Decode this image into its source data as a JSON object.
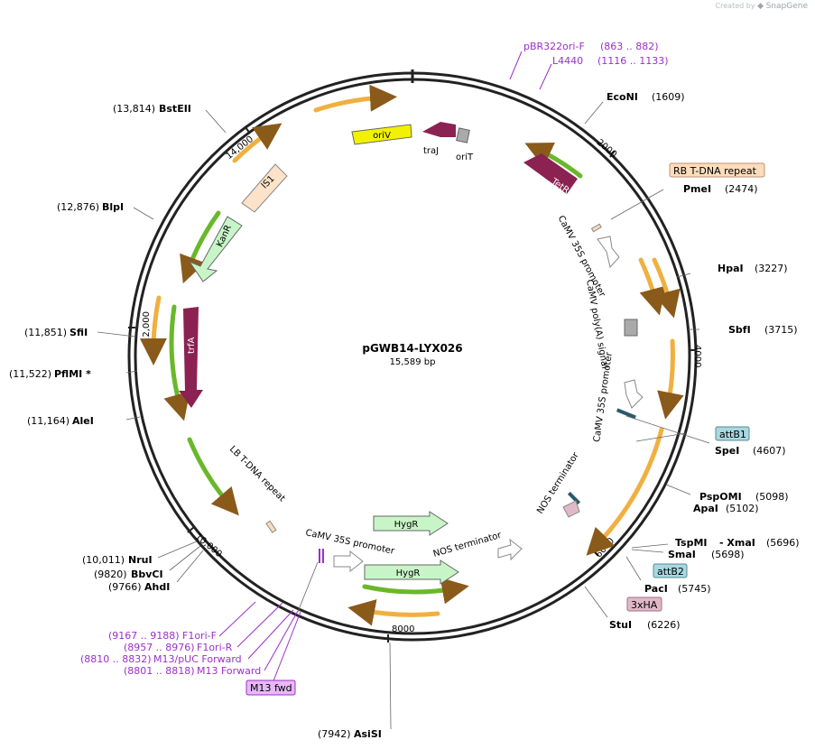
{
  "branding": {
    "created_by": "Created by",
    "app": "SnapGene"
  },
  "plasmid": {
    "name": "pGWB14-LYX026",
    "size": "15,589 bp"
  },
  "colors": {
    "backbone": "#222222",
    "enzyme_line": "#666666",
    "primer": "#9b30c8",
    "orange_feature": "#f0b040",
    "green_feature": "#6ab82a",
    "ori_yellow": "#f2f200",
    "resistance_purple": "#8b2252",
    "promoter_outline": "#888888",
    "hyg_fill": "#c8f5c8",
    "is1_fill": "#fce2c8",
    "attb_fill": "#a8d8e0",
    "ha_fill": "#e0b8c8",
    "tdna_fill": "#fddcbc"
  },
  "ticks": [
    "2000",
    "4000",
    "6000",
    "8000",
    "10,000",
    "12,000",
    "14,000"
  ],
  "enzymes": [
    {
      "name": "EcoNI",
      "pos": "(1609)"
    },
    {
      "name": "PmeI",
      "pos": "(2474)"
    },
    {
      "name": "HpaI",
      "pos": "(3227)"
    },
    {
      "name": "SbfI",
      "pos": "(3715)"
    },
    {
      "name": "SpeI",
      "pos": "(4607)"
    },
    {
      "name": "PspOMI",
      "pos": "(5098)"
    },
    {
      "name": "ApaI",
      "pos": "(5102)"
    },
    {
      "name": "TspMI",
      "pos": "(5696)"
    },
    {
      "name": "- XmaI",
      "pos": ""
    },
    {
      "name": "SmaI",
      "pos": "(5698)"
    },
    {
      "name": "PacI",
      "pos": "(5745)"
    },
    {
      "name": "StuI",
      "pos": "(6226)"
    },
    {
      "name": "AsiSI",
      "pos": "(7942)"
    },
    {
      "name": "AhdI",
      "pos": "(9766)"
    },
    {
      "name": "BbvCI",
      "pos": "(9820)"
    },
    {
      "name": "NruI",
      "pos": "(10,011)"
    },
    {
      "name": "AleI",
      "pos": "(11,164)"
    },
    {
      "name": "PflMI *",
      "pos": "(11,522)"
    },
    {
      "name": "SfiI",
      "pos": "(11,851)"
    },
    {
      "name": "BlpI",
      "pos": "(12,876)"
    },
    {
      "name": "BstEII",
      "pos": "(13,814)"
    }
  ],
  "primers": [
    {
      "name": "pBR322ori-F",
      "range": "(863 .. 882)"
    },
    {
      "name": "L4440",
      "range": "(1116 .. 1133)"
    },
    {
      "name": "F1ori-F",
      "range": "(9167 .. 9188)"
    },
    {
      "name": "F1ori-R",
      "range": "(8957 .. 8976)"
    },
    {
      "name": "M13/pUC Forward",
      "range": "(8810 .. 8832)"
    },
    {
      "name": "M13 Forward",
      "range": "(8801 .. 8818)"
    }
  ],
  "boxed_labels": {
    "rb_tdna": "RB T-DNA repeat",
    "attb1": "attB1",
    "attb2": "attB2",
    "ha3x": "3xHA",
    "m13fwd": "M13 fwd"
  },
  "features": {
    "oriV": "oriV",
    "traJ": "traJ",
    "oriT": "oriT",
    "tetR": "TetR",
    "is1": "IS1",
    "kanR": "KanR",
    "trfA": "trfA",
    "camv35s_1": "CaMV 35S promoter",
    "camv_polya": "CaMV poly(A) signal",
    "camv35s_2": "CaMV 35S promoter",
    "nos_term_1": "NOS terminator",
    "lb_tdna": "LB T-DNA repeat",
    "camv35s_3": "CaMV 35S promoter",
    "nos_term_2": "NOS terminator",
    "hygR_1": "HygR",
    "hygR_2": "HygR"
  }
}
